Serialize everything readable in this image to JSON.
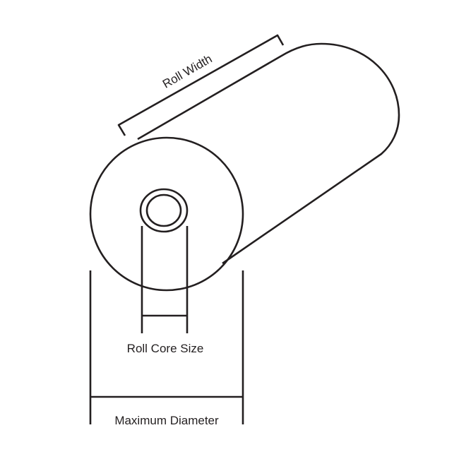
{
  "labels": {
    "roll_width": "Roll Width",
    "roll_core_size": "Roll Core Size",
    "maximum_diameter": "Maximum Diameter"
  },
  "colors": {
    "stroke": "#231f20",
    "background": "#ffffff"
  }
}
